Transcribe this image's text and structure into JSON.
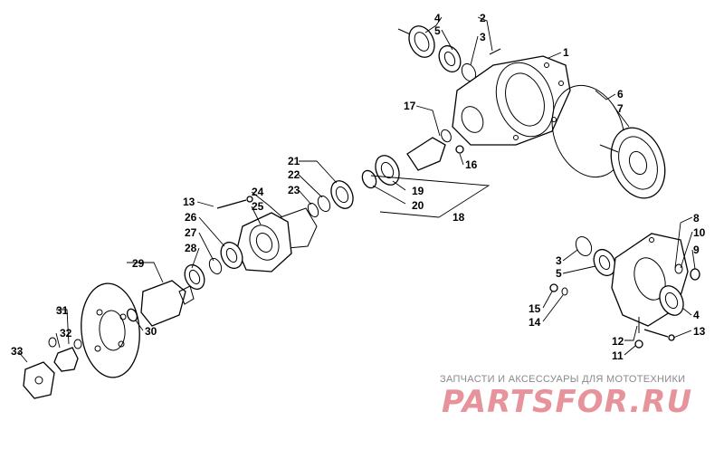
{
  "callouts": [
    {
      "id": "c4a",
      "text": "4"
    },
    {
      "id": "c5a",
      "text": "5"
    },
    {
      "id": "c2",
      "text": "2"
    },
    {
      "id": "c3a",
      "text": "3"
    },
    {
      "id": "c1",
      "text": "1"
    },
    {
      "id": "c6",
      "text": "6"
    },
    {
      "id": "c7",
      "text": "7"
    },
    {
      "id": "c17",
      "text": "17"
    },
    {
      "id": "c16",
      "text": "16"
    },
    {
      "id": "c21",
      "text": "21"
    },
    {
      "id": "c22",
      "text": "22"
    },
    {
      "id": "c23",
      "text": "23"
    },
    {
      "id": "c19",
      "text": "19"
    },
    {
      "id": "c20",
      "text": "20"
    },
    {
      "id": "c18",
      "text": "18"
    },
    {
      "id": "c13a",
      "text": "13"
    },
    {
      "id": "c24",
      "text": "24"
    },
    {
      "id": "c25",
      "text": "25"
    },
    {
      "id": "c26",
      "text": "26"
    },
    {
      "id": "c27",
      "text": "27"
    },
    {
      "id": "c28",
      "text": "28"
    },
    {
      "id": "c29",
      "text": "29"
    },
    {
      "id": "c30",
      "text": "30"
    },
    {
      "id": "c31",
      "text": "31"
    },
    {
      "id": "c32",
      "text": "32"
    },
    {
      "id": "c33",
      "text": "33"
    },
    {
      "id": "c8",
      "text": "8"
    },
    {
      "id": "c10",
      "text": "10"
    },
    {
      "id": "c9",
      "text": "9"
    },
    {
      "id": "c3b",
      "text": "3"
    },
    {
      "id": "c5b",
      "text": "5"
    },
    {
      "id": "c15",
      "text": "15"
    },
    {
      "id": "c14",
      "text": "14"
    },
    {
      "id": "c4b",
      "text": "4"
    },
    {
      "id": "c12",
      "text": "12"
    },
    {
      "id": "c11",
      "text": "11"
    },
    {
      "id": "c13b",
      "text": "13"
    }
  ],
  "watermark": {
    "tagline": "ЗАПЧАСТИ И АКСЕССУАРЫ ДЛЯ МОТОТЕХНИКИ",
    "logo": "PARTSFOR.RU"
  }
}
